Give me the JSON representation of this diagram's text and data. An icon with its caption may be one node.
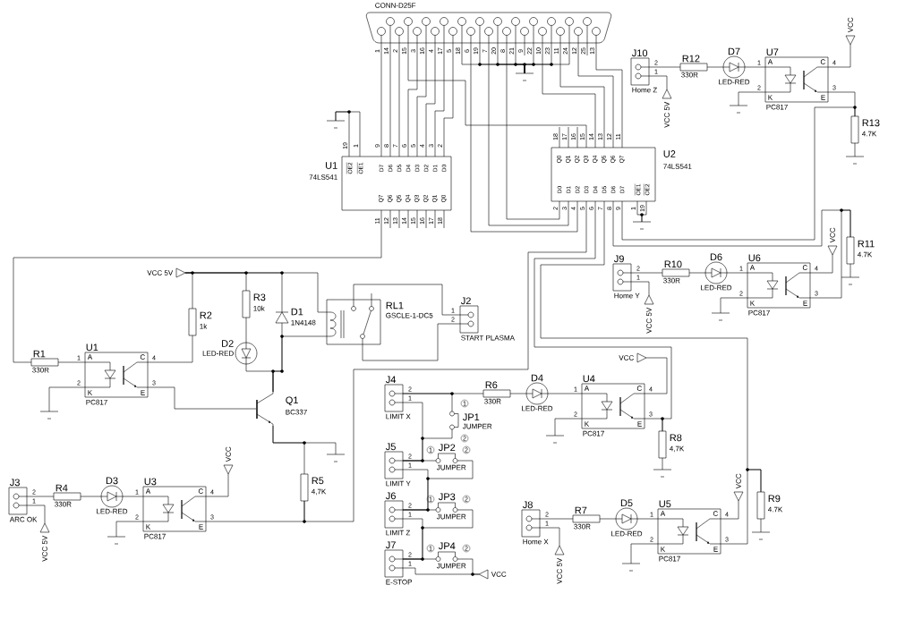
{
  "diagram": {
    "nodes": [
      {
        "text": [
          "CONN-D25F"
        ]
      },
      {
        "text": [],
        "shape": "ground"
      },
      {
        "text": [],
        "shape": "ground"
      },
      {
        "text": [
          "J10",
          "Home Z"
        ]
      },
      {
        "text": [
          "R12",
          "330R"
        ]
      },
      {
        "text": [
          "D7",
          "LED-RED"
        ]
      },
      {
        "text": [
          "U7",
          "A",
          "C",
          "K",
          "E",
          "PC817"
        ]
      },
      {
        "text": [
          "VCC"
        ]
      },
      {
        "text": [
          "VCC 5V"
        ]
      },
      {
        "text": [],
        "shape": "ground"
      },
      {
        "text": [
          "R13",
          "4.7K"
        ]
      },
      {
        "text": [],
        "shape": "ground"
      },
      {
        "text": [
          "U1",
          "74LS541",
          "OE2",
          "OE1",
          "D7",
          "D6",
          "D5",
          "D4",
          "D3",
          "D2",
          "D1",
          "D0",
          "Q7",
          "Q6",
          "Q5",
          "Q4",
          "Q3",
          "Q2",
          "Q1",
          "Q0"
        ]
      },
      {
        "text": [
          "U2",
          "74LS541",
          "Q0",
          "Q1",
          "Q2",
          "Q3",
          "Q4",
          "Q5",
          "Q6",
          "Q7",
          "D0",
          "D1",
          "D2",
          "D3",
          "D4",
          "D5",
          "D6",
          "D7",
          "OE1",
          "OE2"
        ]
      },
      {
        "text": [],
        "shape": "ground"
      },
      {
        "text": [
          "VCC 5V"
        ]
      },
      {
        "text": [
          "R2",
          "1k"
        ]
      },
      {
        "text": [
          "R3",
          "10k"
        ]
      },
      {
        "text": [
          "D1",
          "1N4148"
        ]
      },
      {
        "text": [
          "RL1",
          "GSCLE-1-DC5"
        ]
      },
      {
        "text": [
          "J2",
          "START PLASMA"
        ]
      },
      {
        "text": [
          "J9",
          "Home Y"
        ]
      },
      {
        "text": [
          "R10",
          "330R"
        ]
      },
      {
        "text": [
          "D6",
          "LED-RED"
        ]
      },
      {
        "text": [
          "U6",
          "A",
          "C",
          "K",
          "E",
          "PC817"
        ]
      },
      {
        "text": [
          "VCC"
        ]
      },
      {
        "text": [
          "R11",
          "4.7K"
        ]
      },
      {
        "text": [],
        "shape": "ground"
      },
      {
        "text": [
          "VCC 5V"
        ]
      },
      {
        "text": [],
        "shape": "ground"
      },
      {
        "text": [
          "R1",
          "330R"
        ]
      },
      {
        "text": [
          "D2",
          "LED-RED"
        ]
      },
      {
        "text": [
          "U1",
          "A",
          "C",
          "K",
          "E",
          "PC817"
        ]
      },
      {
        "text": [],
        "shape": "ground"
      },
      {
        "text": [
          "Q1",
          "BC337"
        ]
      },
      {
        "text": [
          "J4",
          "LIMIT X"
        ]
      },
      {
        "text": [
          "R6",
          "330R"
        ]
      },
      {
        "text": [
          "D4",
          "LED-RED"
        ]
      },
      {
        "text": [
          "U4",
          "A",
          "C",
          "K",
          "E",
          "PC817"
        ]
      },
      {
        "text": [
          "VCC"
        ]
      },
      {
        "text": [],
        "shape": "ground"
      },
      {
        "text": [
          "R8",
          "4,7K"
        ]
      },
      {
        "text": [],
        "shape": "ground"
      },
      {
        "text": [
          "JP1",
          "JUMPER"
        ]
      },
      {
        "text": [
          "J5",
          "LIMIT Y"
        ]
      },
      {
        "text": [
          "JP2",
          "JUMPER"
        ]
      },
      {
        "text": [
          "R5",
          "4,7K"
        ]
      },
      {
        "text": [],
        "shape": "ground"
      },
      {
        "text": [
          "J3",
          "ARC OK"
        ]
      },
      {
        "text": [
          "R4",
          "330R"
        ]
      },
      {
        "text": [
          "D3",
          "LED-RED"
        ]
      },
      {
        "text": [
          "U3",
          "A",
          "C",
          "K",
          "E",
          "PC817"
        ]
      },
      {
        "text": [
          "VCC"
        ]
      },
      {
        "text": [
          "VCC 5V"
        ]
      },
      {
        "text": [],
        "shape": "ground"
      },
      {
        "text": [
          "J6",
          "LIMIT Z"
        ]
      },
      {
        "text": [
          "JP3",
          "JUMPER"
        ]
      },
      {
        "text": [
          "J8",
          "Home X"
        ]
      },
      {
        "text": [
          "R7",
          "330R"
        ]
      },
      {
        "text": [
          "D5",
          "LED-RED"
        ]
      },
      {
        "text": [
          "U5",
          "A",
          "C",
          "K",
          "E",
          "PC817"
        ]
      },
      {
        "text": [
          "VCC"
        ]
      },
      {
        "text": [
          "R9",
          "4.7K"
        ]
      },
      {
        "text": [],
        "shape": "ground"
      },
      {
        "text": [
          "VCC 5V"
        ]
      },
      {
        "text": [],
        "shape": "ground"
      },
      {
        "text": [
          "J7",
          "E-STOP"
        ]
      },
      {
        "text": [
          "JP4",
          "JUMPER"
        ]
      },
      {
        "text": [
          "VCC"
        ]
      }
    ],
    "edges": [
      {
        "from": 0,
        "to": 12,
        "arrow": "none"
      },
      {
        "from": 0,
        "to": 12,
        "arrow": "none"
      },
      {
        "from": 0,
        "to": 12,
        "arrow": "none"
      },
      {
        "from": 0,
        "to": 12,
        "arrow": "none"
      },
      {
        "from": 0,
        "to": 12,
        "arrow": "none"
      },
      {
        "from": 0,
        "to": 12,
        "arrow": "none"
      },
      {
        "from": 0,
        "to": 12,
        "arrow": "none"
      },
      {
        "from": 0,
        "to": 12,
        "arrow": "none"
      },
      {
        "from": 0,
        "to": 13,
        "arrow": "none"
      },
      {
        "from": 0,
        "to": 13,
        "arrow": "none"
      },
      {
        "from": 0,
        "to": 13,
        "arrow": "none"
      },
      {
        "from": 0,
        "to": 13,
        "arrow": "none"
      },
      {
        "from": 0,
        "to": 13,
        "arrow": "none"
      },
      {
        "from": 0,
        "to": 13,
        "arrow": "none"
      },
      {
        "from": 0,
        "to": 13,
        "arrow": "none"
      },
      {
        "from": 0,
        "to": 13,
        "arrow": "none"
      },
      {
        "from": 0,
        "to": 2,
        "arrow": "none"
      },
      {
        "from": 0,
        "to": 2,
        "arrow": "none"
      },
      {
        "from": 0,
        "to": 2,
        "arrow": "none"
      },
      {
        "from": 0,
        "to": 2,
        "arrow": "none"
      },
      {
        "from": 0,
        "to": 2,
        "arrow": "none"
      },
      {
        "from": 0,
        "to": 2,
        "arrow": "none"
      },
      {
        "from": 0,
        "to": 2,
        "arrow": "none"
      },
      {
        "from": 12,
        "to": 1,
        "arrow": "none"
      },
      {
        "from": 12,
        "to": 1,
        "arrow": "none"
      },
      {
        "from": 13,
        "to": 14,
        "arrow": "none"
      },
      {
        "from": 13,
        "to": 14,
        "arrow": "none"
      },
      {
        "from": 12,
        "to": 30,
        "arrow": "none"
      },
      {
        "from": 3,
        "to": 4,
        "arrow": "none"
      },
      {
        "from": 4,
        "to": 5,
        "arrow": "none"
      },
      {
        "from": 5,
        "to": 6,
        "arrow": "none"
      },
      {
        "from": 6,
        "to": 9,
        "arrow": "none"
      },
      {
        "from": 6,
        "to": 7,
        "arrow": "none"
      },
      {
        "from": 3,
        "to": 8,
        "arrow": "none"
      },
      {
        "from": 6,
        "to": 10,
        "arrow": "none"
      },
      {
        "from": 10,
        "to": 11,
        "arrow": "none"
      },
      {
        "from": 13,
        "to": 10,
        "arrow": "none"
      },
      {
        "from": 15,
        "to": 16,
        "arrow": "none"
      },
      {
        "from": 15,
        "to": 17,
        "arrow": "none"
      },
      {
        "from": 15,
        "to": 18,
        "arrow": "none"
      },
      {
        "from": 15,
        "to": 19,
        "arrow": "none"
      },
      {
        "from": 17,
        "to": 31,
        "arrow": "none"
      },
      {
        "from": 31,
        "to": 34,
        "arrow": "none"
      },
      {
        "from": 18,
        "to": 34,
        "arrow": "none"
      },
      {
        "from": 19,
        "to": 34,
        "arrow": "none"
      },
      {
        "from": 19,
        "to": 20,
        "arrow": "none"
      },
      {
        "from": 19,
        "to": 20,
        "arrow": "none"
      },
      {
        "from": 30,
        "to": 32,
        "arrow": "none"
      },
      {
        "from": 32,
        "to": 33,
        "arrow": "none"
      },
      {
        "from": 32,
        "to": 16,
        "arrow": "none"
      },
      {
        "from": 32,
        "to": 34,
        "arrow": "none"
      },
      {
        "from": 34,
        "to": 47,
        "arrow": "none"
      },
      {
        "from": 34,
        "to": 46,
        "arrow": "none"
      },
      {
        "from": 51,
        "to": 46,
        "arrow": "none"
      },
      {
        "from": 13,
        "to": 46,
        "arrow": "none"
      },
      {
        "from": 48,
        "to": 49,
        "arrow": "none"
      },
      {
        "from": 49,
        "to": 50,
        "arrow": "none"
      },
      {
        "from": 50,
        "to": 51,
        "arrow": "none"
      },
      {
        "from": 51,
        "to": 54,
        "arrow": "none"
      },
      {
        "from": 51,
        "to": 52,
        "arrow": "none"
      },
      {
        "from": 48,
        "to": 53,
        "arrow": "none"
      },
      {
        "from": 21,
        "to": 22,
        "arrow": "none"
      },
      {
        "from": 22,
        "to": 23,
        "arrow": "none"
      },
      {
        "from": 23,
        "to": 24,
        "arrow": "none"
      },
      {
        "from": 24,
        "to": 29,
        "arrow": "none"
      },
      {
        "from": 24,
        "to": 25,
        "arrow": "none"
      },
      {
        "from": 21,
        "to": 28,
        "arrow": "none"
      },
      {
        "from": 24,
        "to": 26,
        "arrow": "none"
      },
      {
        "from": 26,
        "to": 27,
        "arrow": "none"
      },
      {
        "from": 13,
        "to": 26,
        "arrow": "none"
      },
      {
        "from": 35,
        "to": 36,
        "arrow": "none"
      },
      {
        "from": 36,
        "to": 37,
        "arrow": "none"
      },
      {
        "from": 37,
        "to": 38,
        "arrow": "none"
      },
      {
        "from": 38,
        "to": 40,
        "arrow": "none"
      },
      {
        "from": 38,
        "to": 39,
        "arrow": "none"
      },
      {
        "from": 38,
        "to": 41,
        "arrow": "none"
      },
      {
        "from": 41,
        "to": 42,
        "arrow": "none"
      },
      {
        "from": 13,
        "to": 41,
        "arrow": "none"
      },
      {
        "from": 35,
        "to": 43,
        "arrow": "none"
      },
      {
        "from": 43,
        "to": 44,
        "arrow": "none"
      },
      {
        "from": 35,
        "to": 44,
        "arrow": "none"
      },
      {
        "from": 44,
        "to": 45,
        "arrow": "none"
      },
      {
        "from": 45,
        "to": 55,
        "arrow": "none"
      },
      {
        "from": 44,
        "to": 55,
        "arrow": "none"
      },
      {
        "from": 55,
        "to": 56,
        "arrow": "none"
      },
      {
        "from": 56,
        "to": 66,
        "arrow": "none"
      },
      {
        "from": 55,
        "to": 66,
        "arrow": "none"
      },
      {
        "from": 66,
        "to": 67,
        "arrow": "none"
      },
      {
        "from": 67,
        "to": 68,
        "arrow": "none"
      },
      {
        "from": 66,
        "to": 68,
        "arrow": "none"
      },
      {
        "from": 57,
        "to": 58,
        "arrow": "none"
      },
      {
        "from": 58,
        "to": 59,
        "arrow": "none"
      },
      {
        "from": 59,
        "to": 60,
        "arrow": "none"
      },
      {
        "from": 60,
        "to": 65,
        "arrow": "none"
      },
      {
        "from": 60,
        "to": 61,
        "arrow": "none"
      },
      {
        "from": 57,
        "to": 64,
        "arrow": "none"
      },
      {
        "from": 60,
        "to": 62,
        "arrow": "none"
      },
      {
        "from": 62,
        "to": 63,
        "arrow": "none"
      },
      {
        "from": 13,
        "to": 62,
        "arrow": "none"
      }
    ],
    "labels": [
      "1",
      "14",
      "2",
      "15",
      "3",
      "16",
      "4",
      "17",
      "5",
      "18",
      "6",
      "19",
      "7",
      "20",
      "8",
      "21",
      "9",
      "22",
      "10",
      "23",
      "11",
      "24",
      "12",
      "25",
      "13",
      "19",
      "1",
      "9",
      "8",
      "7",
      "6",
      "5",
      "4",
      "3",
      "2",
      "18",
      "17",
      "16",
      "15",
      "14",
      "13",
      "12",
      "11",
      "11",
      "12",
      "13",
      "14",
      "15",
      "16",
      "17",
      "18",
      "2",
      "3",
      "4",
      "5",
      "6",
      "7",
      "8",
      "9",
      "1",
      "19",
      "2",
      "1",
      "1",
      "4",
      "2",
      "3",
      "1",
      "2",
      "2",
      "1",
      "1",
      "4",
      "2",
      "3",
      "1",
      "4",
      "2",
      "3",
      "2",
      "1",
      "1",
      "4",
      "2",
      "3",
      "1",
      "2",
      "2",
      "1",
      "1",
      "2",
      "2",
      "1",
      "1",
      "4",
      "2",
      "3",
      "2",
      "1",
      "1",
      "2",
      "2",
      "1",
      "1",
      "4",
      "2",
      "3",
      "2",
      "1",
      "1",
      "2"
    ]
  }
}
